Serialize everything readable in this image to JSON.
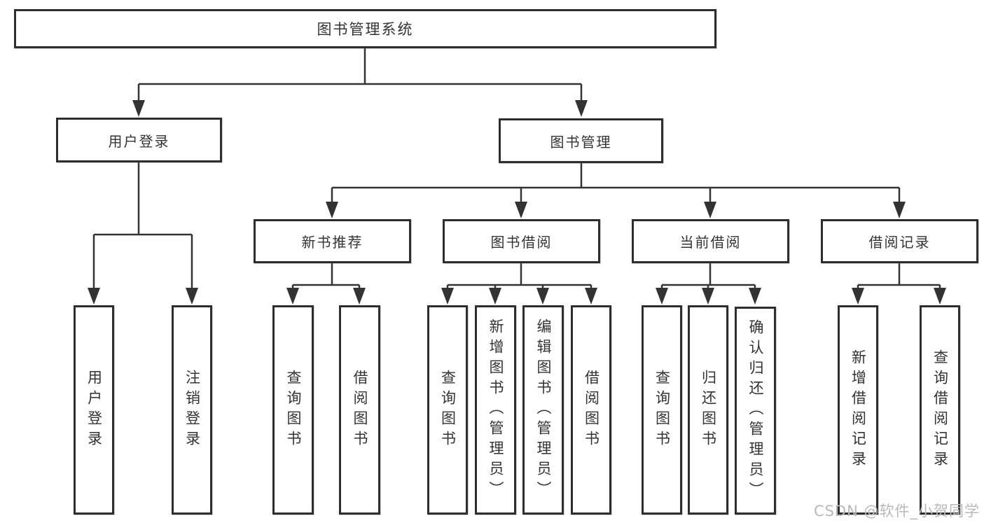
{
  "colors": {
    "line": "#333333",
    "box_border": "#2e2e2e",
    "text": "#333333",
    "watermark": "#b9b9b9",
    "background": "#ffffff"
  },
  "diagram": {
    "title": "图书管理系统",
    "branches": [
      {
        "label": "用户登录",
        "children": [
          {
            "label": "用户登录"
          },
          {
            "label": "注销登录"
          }
        ]
      },
      {
        "label": "图书管理",
        "modules": [
          {
            "label": "新书推荐",
            "children": [
              {
                "label": "查询图书"
              },
              {
                "label": "借阅图书"
              }
            ]
          },
          {
            "label": "图书借阅",
            "children": [
              {
                "label": "查询图书"
              },
              {
                "label": "新增图书（管理员）"
              },
              {
                "label": "编辑图书（管理员）"
              },
              {
                "label": "借阅图书"
              }
            ]
          },
          {
            "label": "当前借阅",
            "children": [
              {
                "label": "查询图书"
              },
              {
                "label": "归还图书"
              },
              {
                "label": "确认归还（管理员）"
              }
            ]
          },
          {
            "label": "借阅记录",
            "children": [
              {
                "label": "新增借阅记录"
              },
              {
                "label": "查询借阅记录"
              }
            ]
          }
        ]
      }
    ]
  },
  "watermark": "CSDN @软件_小贺同学"
}
